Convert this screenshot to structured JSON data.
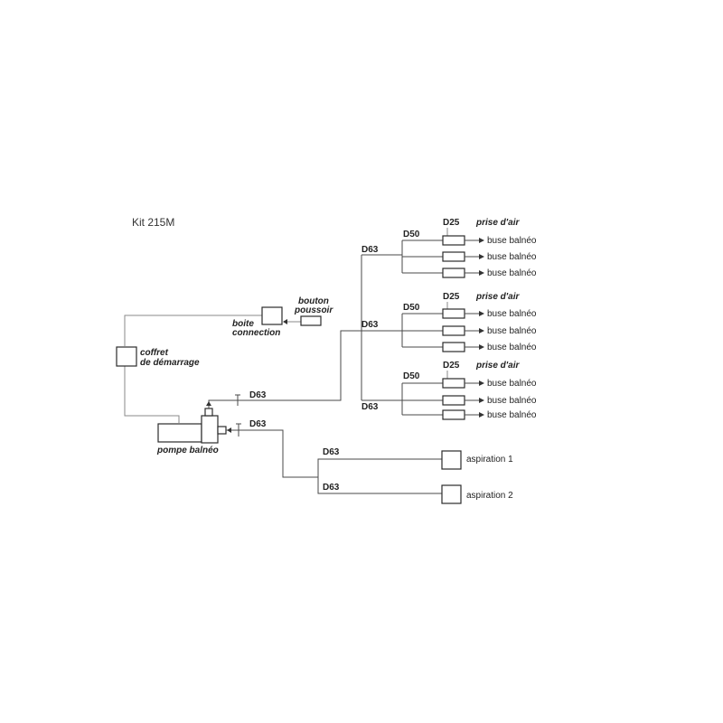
{
  "title": "Kit 215M",
  "components": {
    "coffret_line1": "coffret",
    "coffret_line2": "de démarrage",
    "boite_line1": "boite",
    "boite_line2": "connection",
    "bouton_line1": "bouton",
    "bouton_line2": "poussoir",
    "pompe": "pompe balnéo"
  },
  "pipes": {
    "d63": "D63",
    "d50": "D50",
    "d25": "D25"
  },
  "groups": [
    {
      "prise": "prise d'air",
      "jets": [
        "buse balnéo",
        "buse balnéo",
        "buse balnéo"
      ]
    },
    {
      "prise": "prise d'air",
      "jets": [
        "buse balnéo",
        "buse balnéo",
        "buse balnéo"
      ]
    },
    {
      "prise": "prise d'air",
      "jets": [
        "buse balnéo",
        "buse balnéo",
        "buse balnéo"
      ]
    }
  ],
  "aspirations": [
    "aspiration 1",
    "aspiration 2"
  ]
}
